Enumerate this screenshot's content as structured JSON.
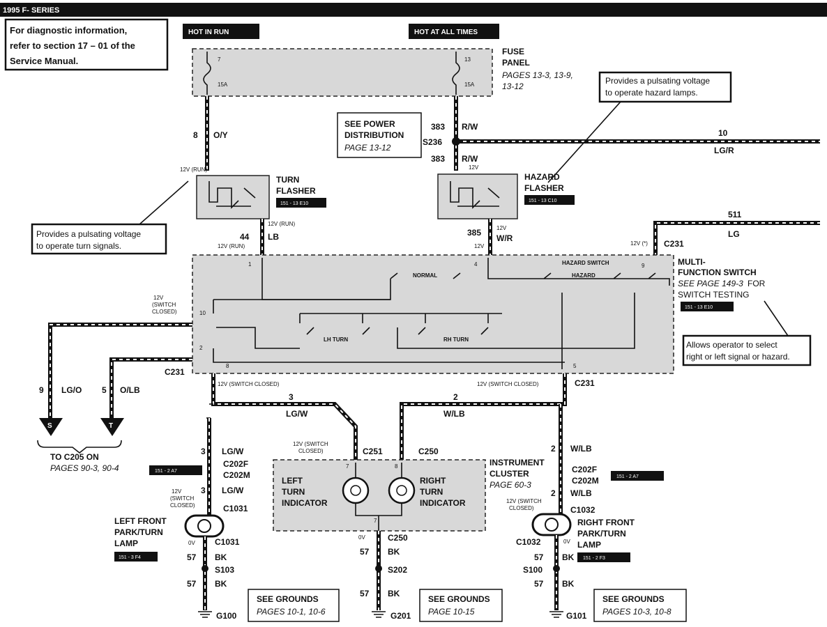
{
  "header": {
    "title": "1995 F- SERIES"
  },
  "note": {
    "line1": "For diagnostic information,",
    "line2": "refer to section 17 – 01 of the",
    "line3": "Service Manual."
  },
  "hot_labels": {
    "run": "HOT IN RUN",
    "always": "HOT AT ALL TIMES"
  },
  "fuse_panel": {
    "title1": "FUSE",
    "title2": "PANEL",
    "pages1": "PAGES 13-3, 13-9,",
    "pages2": "13-12",
    "fuse_a_num": "7",
    "fuse_a_amp": "15A",
    "fuse_b_num": "13",
    "fuse_b_amp": "15A"
  },
  "power_dist": {
    "line1": "SEE POWER",
    "line2": "DISTRIBUTION",
    "page": "PAGE 13-12"
  },
  "wires": {
    "w8": "8",
    "w8_color": "O/Y",
    "w383a": "383",
    "w383a_color": "R/W",
    "s236": "S236",
    "w383b": "383",
    "w383b_color": "R/W",
    "w10": "10",
    "w10_color": "LG/R",
    "w44": "44",
    "w44_color": "LB",
    "w385": "385",
    "w385_color": "W/R",
    "w511": "511",
    "w511_color": "LG",
    "w9": "9",
    "w9_color": "LG/O",
    "w5": "5",
    "w5_color": "O/LB",
    "w3": "3",
    "w3_color": "LG/W",
    "w2": "2",
    "w2_color": "W/LB",
    "w3b": "3",
    "w3b_color": "LG/W",
    "w3c": "3",
    "w3c_color": "LG/W",
    "w2b": "2",
    "w2b_color": "W/LB",
    "w2c": "2",
    "w2c_color": "W/LB",
    "w57a": "57",
    "w57a_color": "BK",
    "w57b": "57",
    "w57b_color": "BK",
    "w57c": "57",
    "w57c_color": "BK",
    "w57d": "57",
    "w57d_color": "BK",
    "w57e": "57",
    "w57e_color": "BK",
    "w57f": "57",
    "w57f_color": "BK"
  },
  "turn_flasher": {
    "name1": "TURN",
    "name2": "FLASHER",
    "code": "151 - 13 E10",
    "v12run": "12V (RUN)",
    "v12run2": "12V (RUN)",
    "v12run3": "12V (RUN)"
  },
  "hazard_flasher": {
    "name1": "HAZARD",
    "name2": "FLASHER",
    "code": "151 - 13 C10",
    "v12": "12V",
    "v12b": "12V",
    "v12c": "12V"
  },
  "callouts": {
    "hazard": {
      "line1": "Provides a pulsating voltage",
      "line2": "to operate hazard lamps."
    },
    "turn": {
      "line1": "Provides a pulsating voltage",
      "line2": "to operate turn signals."
    },
    "select": {
      "line1": "Allows operator to select",
      "line2": "right or left signal or hazard."
    }
  },
  "mfs": {
    "c231": "C231",
    "c231b": "C231",
    "c231c": "C231",
    "name1": "MULTI-",
    "name2": "FUNCTION SWITCH",
    "page1": "SEE PAGE 149-3",
    "page2": "FOR",
    "page3": "SWITCH TESTING",
    "code": "151 - 13 E10",
    "normal": "NORMAL",
    "hazard_switch": "HAZARD SWITCH",
    "hazard": "HAZARD",
    "lh_turn": "LH TURN",
    "rh_turn": "RH TURN",
    "v12r": "12V (*)",
    "v12sc": "12V",
    "v12sc2": "(SWITCH",
    "v12sc3": "CLOSED)",
    "pin1": "1",
    "pin4": "4",
    "pin9": "9",
    "pin10": "10",
    "pin2": "2",
    "pin8": "8",
    "pin5": "5",
    "v12closed_l": "12V (SWITCH CLOSED)",
    "v12closed_r": "12V (SWITCH CLOSED)"
  },
  "connectors": {
    "s_label": "S",
    "t_label": "T",
    "to_c205": "TO C205 ON",
    "to_c205_pages": "PAGES 90-3, 90-4",
    "c251": "C251",
    "c250": "C250",
    "c250b": "C250",
    "c202f": "C202F",
    "c202m": "C202M",
    "c202f_r": "C202F",
    "c202m_r": "C202M",
    "code_l": "151 - 2 A7",
    "code_r": "151 - 2 A7",
    "c1031": "C1031",
    "c1031b": "C1031",
    "c1032": "C1032",
    "c1032b": "C1032",
    "s103": "S103",
    "s202": "S202",
    "s100": "S100",
    "g100": "G100",
    "g201": "G201",
    "g101": "G101",
    "v12sc_a": "12V (SWITCH",
    "v12sc_a2": "CLOSED)",
    "v12sc_b": "12V",
    "v12sc_b2": "(SWITCH",
    "v12sc_b3": "CLOSED)",
    "v12sc_c": "12V (SWITCH",
    "v12sc_c2": "CLOSED)",
    "ov_a": "0V",
    "ov_b": "0V",
    "ov_c": "0V",
    "pin7a": "7",
    "pin8a": "8",
    "pin7b": "7"
  },
  "cluster": {
    "name1": "INSTRUMENT",
    "name2": "CLUSTER",
    "page": "PAGE 60-3",
    "left1": "LEFT",
    "left2": "TURN",
    "left3": "INDICATOR",
    "right1": "RIGHT",
    "right2": "TURN",
    "right3": "INDICATOR"
  },
  "lamps": {
    "left1": "LEFT FRONT",
    "left2": "PARK/TURN",
    "left3": "LAMP",
    "left_code": "151 - 3 F4",
    "right1": "RIGHT FRONT",
    "right2": "PARK/TURN",
    "right3": "LAMP",
    "right_code": "151 - 2 F3"
  },
  "grounds": {
    "g1_title": "SEE GROUNDS",
    "g1_pages": "PAGES 10-1, 10-6",
    "g2_title": "SEE GROUNDS",
    "g2_pages": "PAGE 10-15",
    "g3_title": "SEE GROUNDS",
    "g3_pages": "PAGES 10-3, 10-8"
  }
}
